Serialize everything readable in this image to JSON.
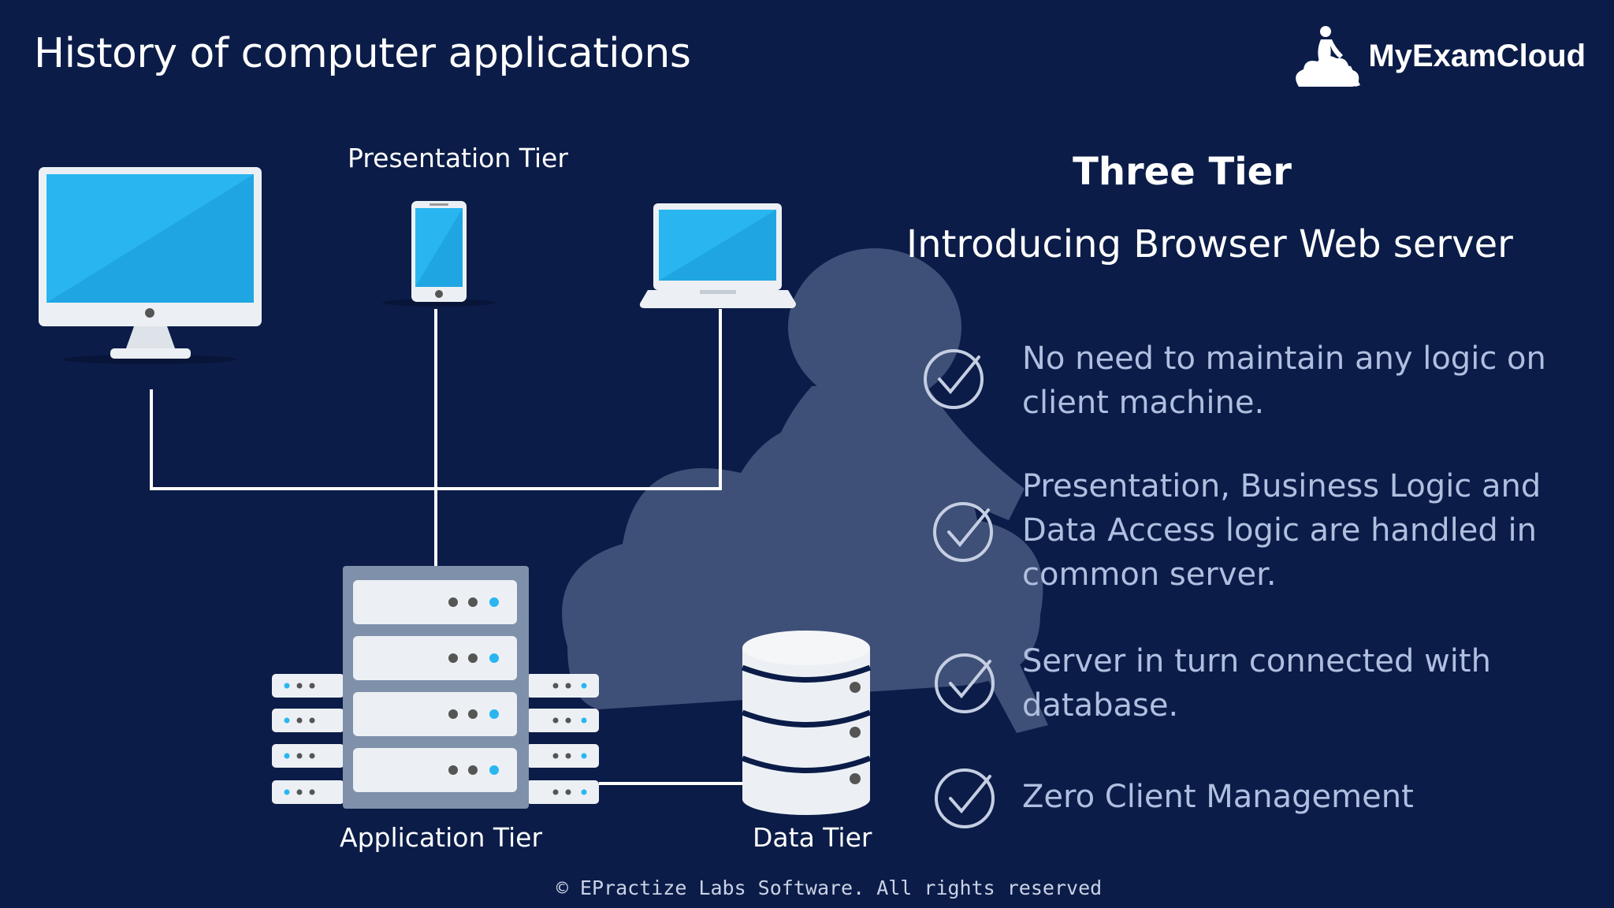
{
  "header": {
    "title": "History of computer applications",
    "brand_name": "MyExamCloud",
    "brand_icon": "reader-on-cloud-logo"
  },
  "diagram": {
    "presentation_label": "Presentation Tier",
    "application_label": "Application Tier",
    "data_label": "Data Tier",
    "devices": [
      "desktop-monitor-icon",
      "smartphone-icon",
      "laptop-icon"
    ],
    "servers": [
      "server-rack-icon",
      "database-icon"
    ]
  },
  "content": {
    "heading": "Three Tier",
    "subheading": "Introducing Browser Web server",
    "points": [
      "No need to maintain any logic on client machine.",
      "Presentation, Business Logic and Data Access logic are handled in common server.",
      "Server in turn connected with database.",
      "Zero Client Management"
    ]
  },
  "footer": {
    "copyright": "© EPractize Labs Software. All rights reserved"
  },
  "colors": {
    "background": "#0b1c48",
    "screen": "#29b6f0",
    "device_frame": "#ecf0f4",
    "point_text": "#aebfe0",
    "watermark": "#4a5c82"
  }
}
